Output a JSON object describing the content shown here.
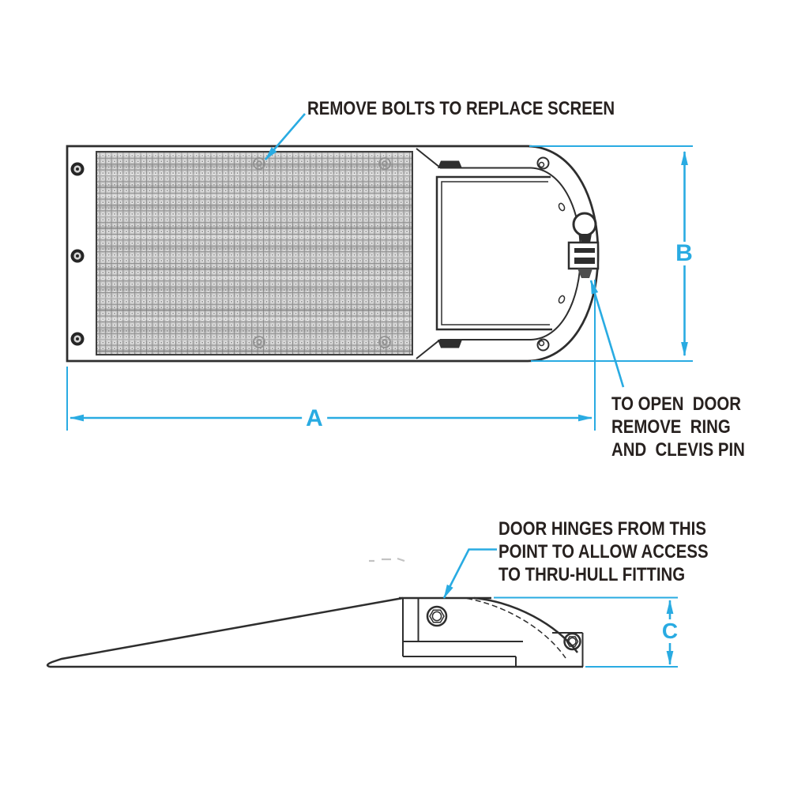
{
  "drawing": {
    "title": "scoop strainer technical drawing",
    "annotations": {
      "screen_note": "REMOVE BOLTS TO REPLACE SCREEN",
      "door_note": "TO OPEN  DOOR\nREMOVE  RING\nAND  CLEVIS PIN",
      "hinge_note": "DOOR HINGES FROM THIS\nPOINT TO ALLOW ACCESS\nTO THRU-HULL FITTING"
    },
    "dimensions": {
      "width_label": "A",
      "height_label": "B",
      "profile_height_label": "C"
    },
    "colors": {
      "dimension": "#29abe2",
      "line": "#2e2e2e",
      "text": "#27211f"
    }
  }
}
